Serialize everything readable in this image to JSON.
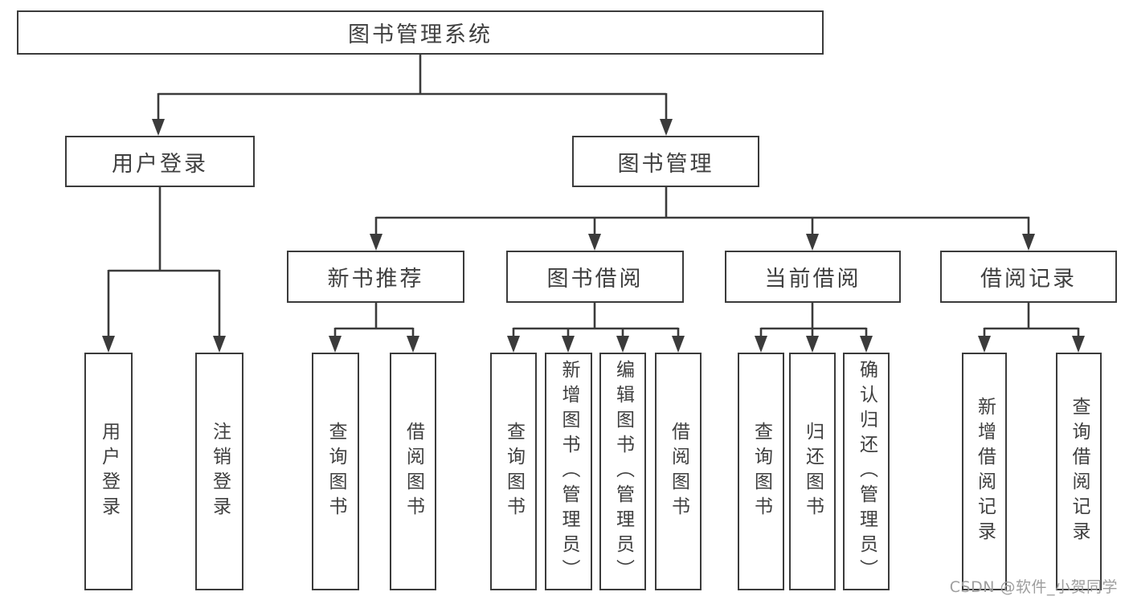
{
  "tree": {
    "label": "图书管理系统",
    "children": [
      {
        "label": "用户登录",
        "children": [
          {
            "label": "用户登录"
          },
          {
            "label": "注销登录"
          }
        ]
      },
      {
        "label": "图书管理",
        "children": [
          {
            "label": "新书推荐",
            "children": [
              {
                "label": "查询图书"
              },
              {
                "label": "借阅图书"
              }
            ]
          },
          {
            "label": "图书借阅",
            "children": [
              {
                "label": "查询图书"
              },
              {
                "label": "新增图书（管理员）"
              },
              {
                "label": "编辑图书（管理员）"
              },
              {
                "label": "借阅图书"
              }
            ]
          },
          {
            "label": "当前借阅",
            "children": [
              {
                "label": "查询图书"
              },
              {
                "label": "归还图书"
              },
              {
                "label": "确认归还（管理员）"
              }
            ]
          },
          {
            "label": "借阅记录",
            "children": [
              {
                "label": "新增借阅记录"
              },
              {
                "label": "查询借阅记录"
              }
            ]
          }
        ]
      }
    ]
  },
  "watermark": "CSDN @软件_小贺同学",
  "colors": {
    "line": "#3b3b3b",
    "box_border": "#3b3b3b",
    "box_fill": "#ffffff",
    "text": "#3f3f3f",
    "watermark": "#9e9e9e",
    "background": "#ffffff"
  }
}
